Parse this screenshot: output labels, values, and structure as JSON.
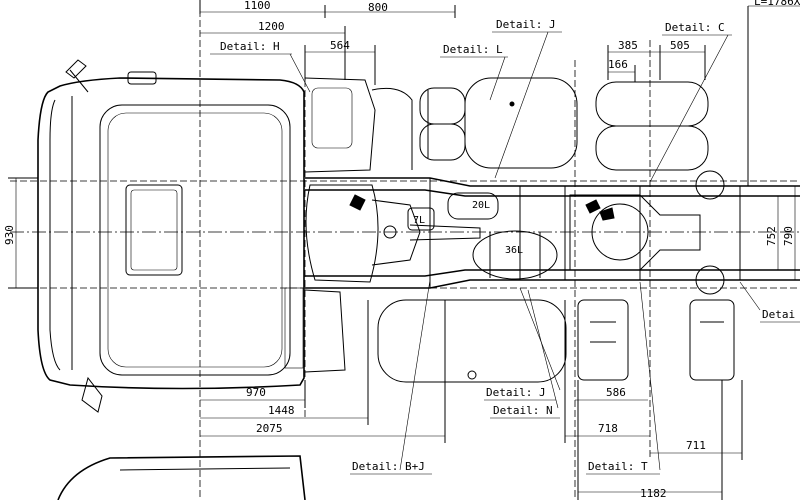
{
  "dimensions": {
    "d1100": "1100",
    "d800": "800",
    "d1200": "1200",
    "d564": "564",
    "d385": "385",
    "d505": "505",
    "d166": "166",
    "d930": "930",
    "d752": "752",
    "d790": "790",
    "d970": "970",
    "d1448": "1448",
    "d2075": "2075",
    "d586": "586",
    "d718": "718",
    "d711": "711",
    "d1182": "1182",
    "d1786": "L=1786X"
  },
  "tanks": {
    "t20": "20L",
    "t7": "7L",
    "t36": "36L"
  },
  "details": {
    "h": "Detail: H",
    "j_top": "Detail: J",
    "l": "Detail: L",
    "c": "Detail: C",
    "j_bottom": "Detail: J",
    "n": "Detail: N",
    "bj": "Detail: B+J",
    "t": "Detail: T",
    "right": "Detai"
  }
}
